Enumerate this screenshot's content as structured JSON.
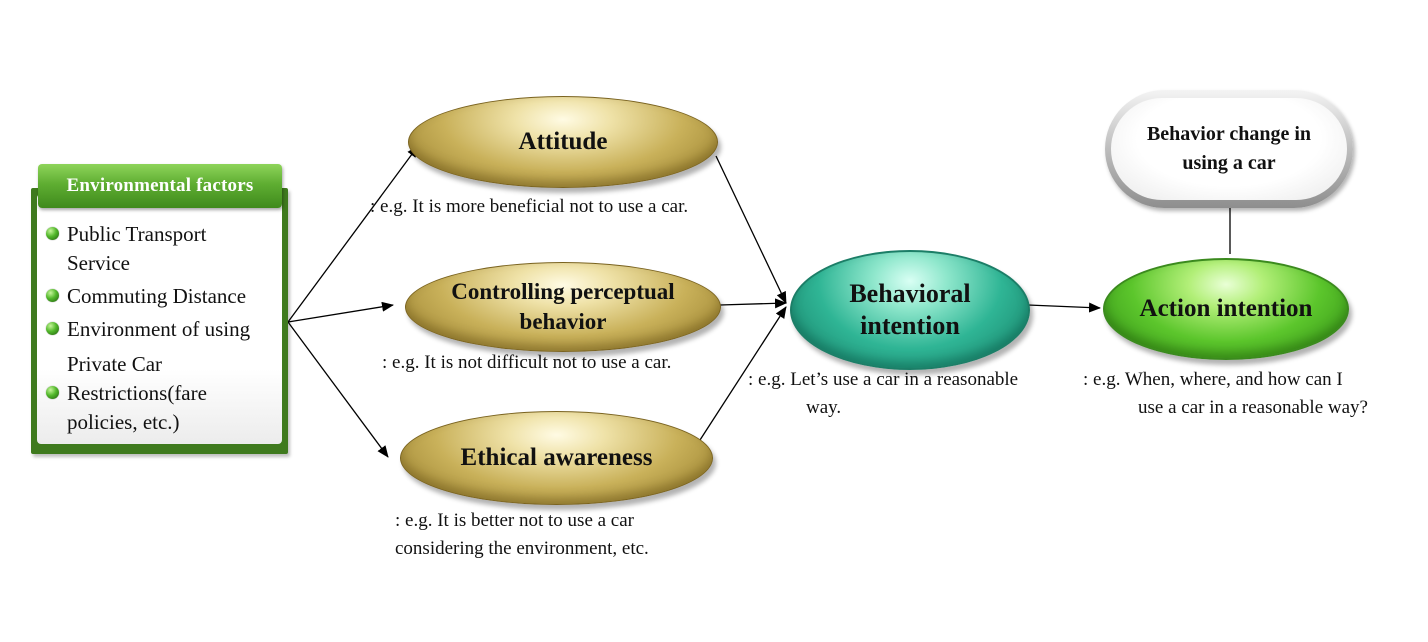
{
  "environmental_factors": {
    "title": "Environmental factors",
    "items": [
      {
        "line1": "Public Transport",
        "line2": "Service"
      },
      {
        "line1": "Commuting Distance",
        "line2": ""
      },
      {
        "line1": "Environment of using",
        "line2": "Private Car"
      },
      {
        "line1": "Restrictions(fare",
        "line2": "policies, etc.)"
      }
    ]
  },
  "nodes": {
    "attitude": {
      "label": "Attitude",
      "example": ": e.g. It is more beneficial not to use a car."
    },
    "control": {
      "line1": "Controlling perceptual",
      "line2": "behavior",
      "example": ": e.g. It is not difficult not to use a car."
    },
    "ethical": {
      "label": "Ethical awareness",
      "example_line1": ": e.g. It is better not to use a car",
      "example_line2": "considering the environment, etc."
    },
    "behavioral": {
      "line1": "Behavioral",
      "line2": "intention",
      "example_line1": ": e.g. Let’s use a car in a reasonable",
      "example_line2": "way."
    },
    "action": {
      "label": "Action intention",
      "example_line1": ": e.g. When, where, and how can I",
      "example_line2": "use a car in a reasonable way?"
    },
    "change": {
      "line1": "Behavior change in",
      "line2": "using a car"
    }
  },
  "colors": {
    "env_green": "#3f7a1e",
    "gold_node": "#c9b15a",
    "teal_node": "#2fb595",
    "green_node": "#5cc62c",
    "gray_pill": "#bdbdbd"
  }
}
